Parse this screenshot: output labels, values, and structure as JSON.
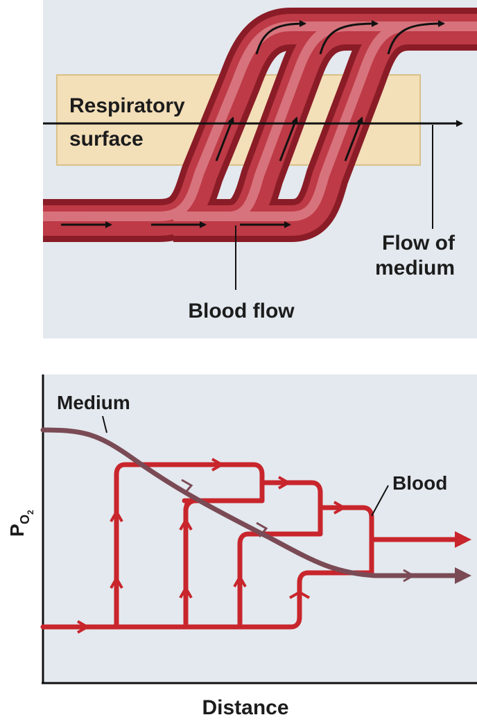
{
  "top_panel": {
    "surface_label_line1": "Respiratory",
    "surface_label_line2": "surface",
    "medium_label_line1": "Flow of",
    "medium_label_line2": "medium",
    "blood_label": "Blood flow",
    "colors": {
      "panel": "#e3e9ee",
      "surface": "#f3dfb8",
      "vessel": "#b32a35",
      "vessel_light": "#d96670"
    }
  },
  "bottom_panel": {
    "medium_label": "Medium",
    "blood_label": "Blood",
    "y_axis_label": "P",
    "y_axis_subscript": "O",
    "y_axis_subsubscript": "2",
    "x_axis_label": "Distance",
    "colors": {
      "medium_line": "#7a4a55",
      "blood_line": "#c8252c"
    }
  }
}
